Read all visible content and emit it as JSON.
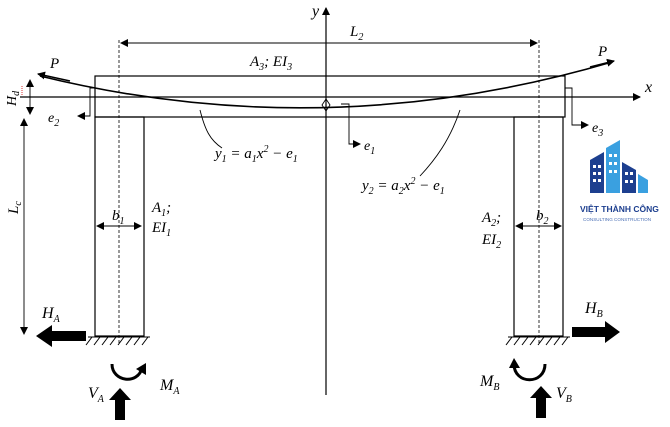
{
  "labels": {
    "y_axis": "y",
    "x_axis": "x",
    "l2": "L",
    "l2_sub": "2",
    "p_left": "P",
    "p_right": "P",
    "a3_ei3": "A",
    "a3_sub": "3",
    "ei3_mid": "; EI",
    "ei3_sub": "3",
    "hd": "H",
    "hd_sub": "d",
    "e2": "e",
    "e2_sub": "2",
    "e1": "e",
    "e1_sub": "1",
    "e3": "e",
    "e3_sub": "3",
    "y1_eq_a": "y",
    "y1_sub": "1",
    "y1_eq_b": " = a",
    "y1_a_sub": "1",
    "y1_eq_c": "x",
    "y1_exp": "2",
    "y1_eq_d": " − e",
    "y1_e_sub": "1",
    "y2_eq_a": "y",
    "y2_sub": "2",
    "y2_eq_b": " = a",
    "y2_a_sub": "2",
    "y2_eq_c": "x",
    "y2_exp": "2",
    "y2_eq_d": " − e",
    "y2_e_sub": "1",
    "lc": "L",
    "lc_sub": "c",
    "b1": "b",
    "b1_sub": "1",
    "b2": "b",
    "b2_sub": "2",
    "a1": "A",
    "a1_sub": "1",
    "a1_semi": ";",
    "ei1": "EI",
    "ei1_sub": "1",
    "a2": "A",
    "a2_sub": "2",
    "a2_semi": ";",
    "ei2": "EI",
    "ei2_sub": "2",
    "ha": "H",
    "ha_sub": "A",
    "hb": "H",
    "hb_sub": "B",
    "va": "V",
    "va_sub": "A",
    "vb": "V",
    "vb_sub": "B",
    "ma": "M",
    "ma_sub": "A",
    "mb": "M",
    "mb_sub": "B"
  },
  "logo": {
    "name": "VIỆT THÀNH CÔNG",
    "tagline": "CONSULTING CONSTRUCTION"
  },
  "colors": {
    "line": "#000000",
    "logo_primary": "#1d3f8f",
    "logo_accent": "#3aa0e0",
    "hd_underline": "#d00000"
  }
}
